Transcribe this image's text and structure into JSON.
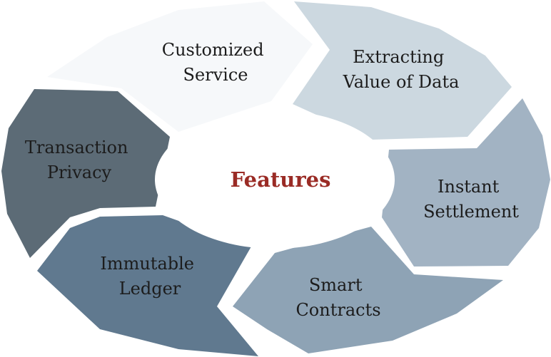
{
  "diagram": {
    "center": {
      "label": "Features",
      "color": "#9a2b25"
    },
    "segments": [
      {
        "id": "customized-service",
        "lines": [
          "Customized",
          "Service"
        ],
        "color": "#f6f8fa"
      },
      {
        "id": "extracting-value-of-data",
        "lines": [
          "Extracting",
          "Value of Data"
        ],
        "color": "#ccd8e0"
      },
      {
        "id": "instant-settlement",
        "lines": [
          "Instant",
          "Settlement"
        ],
        "color": "#a2b3c3"
      },
      {
        "id": "smart-contracts",
        "lines": [
          "Smart",
          "Contracts"
        ],
        "color": "#8ea3b5"
      },
      {
        "id": "immutable-ledger",
        "lines": [
          "Immutable",
          "Ledger"
        ],
        "color": "#60798f"
      },
      {
        "id": "transaction-privacy",
        "lines": [
          "Transaction",
          "Privacy"
        ],
        "color": "#5c6b76"
      }
    ]
  }
}
